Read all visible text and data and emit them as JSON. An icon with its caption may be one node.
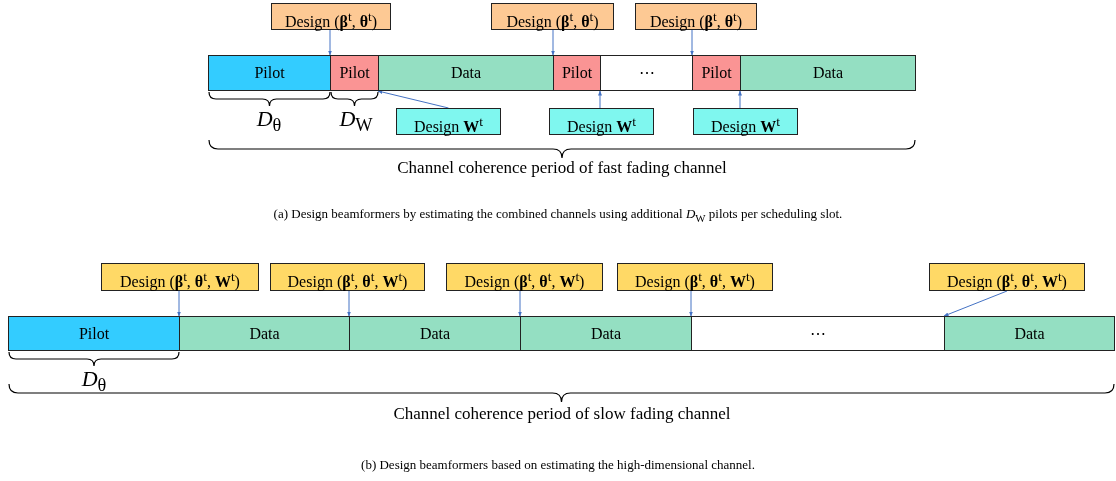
{
  "diagram": {
    "nodes": [
      {
        "text": [
          "Design (**β**$^{t}$, **θ**$^{t}$)"
        ]
      },
      {
        "text": [
          "Design (**β**$^{t}$, **θ**$^{t}$)"
        ]
      },
      {
        "text": [
          "Design (**β**$^{t}$, **θ**$^{t}$)"
        ]
      },
      {
        "text": [
          "Pilot"
        ]
      },
      {
        "text": [
          "Pilot"
        ]
      },
      {
        "text": [
          "Data"
        ]
      },
      {
        "text": [
          "Pilot"
        ]
      },
      {
        "text": [
          "⋯"
        ]
      },
      {
        "text": [
          "Pilot"
        ]
      },
      {
        "text": [
          "Data"
        ]
      },
      {
        "text": [
          "Design **W**$^{t}$"
        ]
      },
      {
        "text": [
          "Design **W**$^{t}$"
        ]
      },
      {
        "text": [
          "Design **W**$^{t}$"
        ]
      },
      {
        "text": [
          "Design (**β**$^{t}$, **θ**$^{t}$, **W**$^{t}$)"
        ]
      },
      {
        "text": [
          "Design (**β**$^{t}$, **θ**$^{t}$, **W**$^{t}$)"
        ]
      },
      {
        "text": [
          "Design (**β**$^{t}$, **θ**$^{t}$, **W**$^{t}$)"
        ]
      },
      {
        "text": [
          "Design (**β**$^{t}$, **θ**$^{t}$, **W**$^{t}$)"
        ]
      },
      {
        "text": [
          "Design (**β**$^{t}$, **θ**$^{t}$, **W**$^{t}$)"
        ]
      },
      {
        "text": [
          "Pilot"
        ]
      },
      {
        "text": [
          "Data"
        ]
      },
      {
        "text": [
          "Data"
        ]
      },
      {
        "text": [
          "Data"
        ]
      },
      {
        "text": [
          "⋯"
        ]
      },
      {
        "text": [
          "Data"
        ]
      }
    ],
    "edges": [
      {
        "from": 0,
        "to": 4,
        "arrow": "to"
      },
      {
        "from": 1,
        "to": 6,
        "arrow": "to"
      },
      {
        "from": 2,
        "to": 8,
        "arrow": "to"
      },
      {
        "from": 10,
        "to": 5,
        "arrow": "to"
      },
      {
        "from": 11,
        "to": 7,
        "arrow": "to"
      },
      {
        "from": 12,
        "to": 9,
        "arrow": "to"
      },
      {
        "from": 13,
        "to": 19,
        "arrow": "to"
      },
      {
        "from": 14,
        "to": 20,
        "arrow": "to"
      },
      {
        "from": 15,
        "to": 21,
        "arrow": "to"
      },
      {
        "from": 16,
        "to": 22,
        "arrow": "to"
      },
      {
        "from": 17,
        "to": 23,
        "arrow": "to"
      }
    ],
    "labels": [
      "*D*$_{θ}$",
      "*D*$_{W}$",
      "Channel coherence period of fast fading channel",
      "(a) Design beamformers by estimating the combined channels using additional *D*$_{W}$ pilots per scheduling slot.",
      "*D*$_{θ}$",
      "Channel coherence period of slow fading channel",
      "(b) Design beamformers based on estimating the high-dimensional channel."
    ]
  }
}
